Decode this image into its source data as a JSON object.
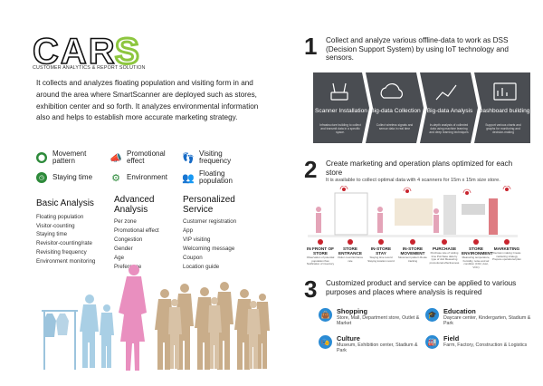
{
  "brand": {
    "logo_text": "CARS",
    "subtitle": "CUSTOMER ANALYTICS & REPORT SOLUTION",
    "accent": "#8dc63f"
  },
  "intro": "It collects and analyzes floating population and visiting form in and around the area where SmartScanner are deployed such as stores, exhibition center and so forth. It analyzes environmental information also and helps to establish more accurate marketing strategy.",
  "features": [
    {
      "label": "Movement pattern",
      "icon": "location-pin-icon"
    },
    {
      "label": "Promotional effect",
      "icon": "megaphone-icon"
    },
    {
      "label": "Visiting frequency",
      "icon": "footprint-icon"
    },
    {
      "label": "Staying time",
      "icon": "clock-icon"
    },
    {
      "label": "Environment",
      "icon": "gear-icon"
    },
    {
      "label": "Floating population",
      "icon": "people-icon"
    }
  ],
  "columns": [
    {
      "title": "Basic Analysis",
      "items": [
        "Floating population",
        "Visitor-counting",
        "Staying time",
        "Revisitor-counting/rate",
        "Revisiting frequency",
        "Environment monitoring"
      ]
    },
    {
      "title": "Advanced Analysis",
      "items": [
        "Per zone",
        "Promotional effect",
        "Congestion",
        "Gender",
        "Age",
        "Preference"
      ]
    },
    {
      "title": "Personalized Service",
      "items": [
        "Customer registration",
        "App",
        "VIP visiting",
        "Welcoming message",
        "Coupon",
        "Location guide"
      ]
    }
  ],
  "steps": [
    {
      "number": "1",
      "title": "Collect and analyze various offline-data to work as DSS (Decision Support System) by using IoT technology and sensors."
    },
    {
      "number": "2",
      "title": "Create marketing and operation plans optimized for each store",
      "sub": "It is available to collect optimal data with 4 scanners for 15m x 15m size store."
    },
    {
      "number": "3",
      "title": "Customized product and service can be applied to various purposes and places where analysis is required"
    }
  ],
  "pipeline": [
    {
      "title": "Scanner Installation",
      "desc": "Infrastructure building to collect and transmit data in a specific space.",
      "icon": "router-icon"
    },
    {
      "title": "Big-data Collection",
      "desc": "Collect wireless signals and sensor data in real time",
      "icon": "cloud-icon"
    },
    {
      "title": "Big-data Analysis",
      "desc": "In-depth analysis of collected data using machine learning and deep learning techniques",
      "icon": "chart-icon"
    },
    {
      "title": "Dashboard building",
      "desc": "Support various charts and graphs for monitoring and decision-making",
      "icon": "dashboard-icon"
    }
  ],
  "stages": [
    {
      "title": "IN FRONT OF STORE",
      "desc": "Observation of potential population flow Notification of inventory"
    },
    {
      "title": "STORE ENTRANCE",
      "desc": "Visitor count Entrance rate"
    },
    {
      "title": "IN-STORE STAY",
      "desc": "Staying time record Staying location record"
    },
    {
      "title": "IN-STORE MOVEMENT",
      "desc": "Movement pattern Route tracking"
    },
    {
      "title": "PURCHASE",
      "desc": "Purchase rate of visiting time Purchase data by type of visit Measuring promotional effectiveness"
    },
    {
      "title": "STORE ENVIRONMENT",
      "desc": "Measuring temperature, humidity, noise and air condition (CO2, dust, VOC)"
    },
    {
      "title": "MARKETING",
      "desc": "Decision making Create marketing strategy Prepare operational plan"
    }
  ],
  "purposes": [
    {
      "title": "Shopping",
      "desc": "Store, Mall, Department store, Outlet & Market",
      "icon": "shopping-bag-icon"
    },
    {
      "title": "Education",
      "desc": "Daycare center, Kindergarten, Stadium & Park",
      "icon": "graduation-cap-icon"
    },
    {
      "title": "Culture",
      "desc": "Museum, Exhibition center, Stadium & Park",
      "icon": "theater-icon"
    },
    {
      "title": "Field",
      "desc": "Farm, Factory, Construction & Logistics",
      "icon": "factory-icon"
    }
  ],
  "colors": {
    "pipeline_bg": "#4a4d52",
    "stage_dot": "#c8242e",
    "purpose_icon": "#2a8bd4",
    "feature_icon": "#2d8a3a"
  }
}
